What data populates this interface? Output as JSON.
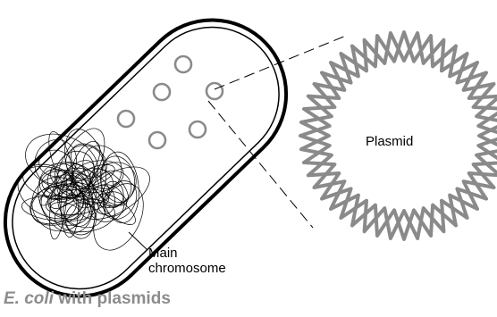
{
  "labels": {
    "plasmid": "Plasmid",
    "chromosome_line1": "Main",
    "chromosome_line2": "chromosome"
  },
  "caption": {
    "species": "E. coli",
    "rest": "with plasmids"
  },
  "colors": {
    "outline": "#000000",
    "plasmid_ring": "#8a8a8a",
    "caption": "#8c8c8c",
    "chromosome": "#000000"
  }
}
